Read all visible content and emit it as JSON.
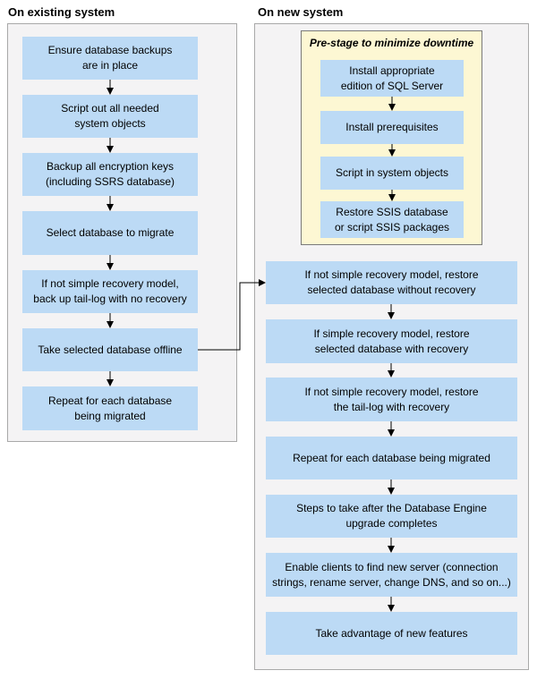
{
  "headings": {
    "existing": "On existing system",
    "new": "On new system"
  },
  "prestage": {
    "title": "Pre-stage to minimize downtime",
    "steps": [
      "Install appropriate\nedition of SQL Server",
      "Install prerequisites",
      "Script in system objects",
      "Restore SSIS database\nor script SSIS packages"
    ]
  },
  "existing_steps": [
    "Ensure database backups\nare in place",
    "Script out all needed\nsystem objects",
    "Backup all encryption keys\n(including SSRS database)",
    "Select database to migrate",
    "If not simple recovery model,\nback up tail-log with no recovery",
    "Take selected database offline",
    "Repeat for each database\nbeing migrated"
  ],
  "new_steps": [
    "If not simple recovery model, restore\nselected database without recovery",
    "If simple recovery model, restore\nselected database with recovery",
    "If not simple recovery model, restore\nthe tail-log with recovery",
    "Repeat for each database being migrated",
    "Steps to take after the Database Engine\nupgrade completes",
    "Enable clients to find new server (connection\nstrings, rename server, change DNS, and so on...)",
    "Take advantage of new features"
  ],
  "colors": {
    "step_fill": "#bcdaf5",
    "panel_fill": "#f4f3f4",
    "prestage_fill": "#fdf7d3",
    "arrow": "#000000"
  }
}
